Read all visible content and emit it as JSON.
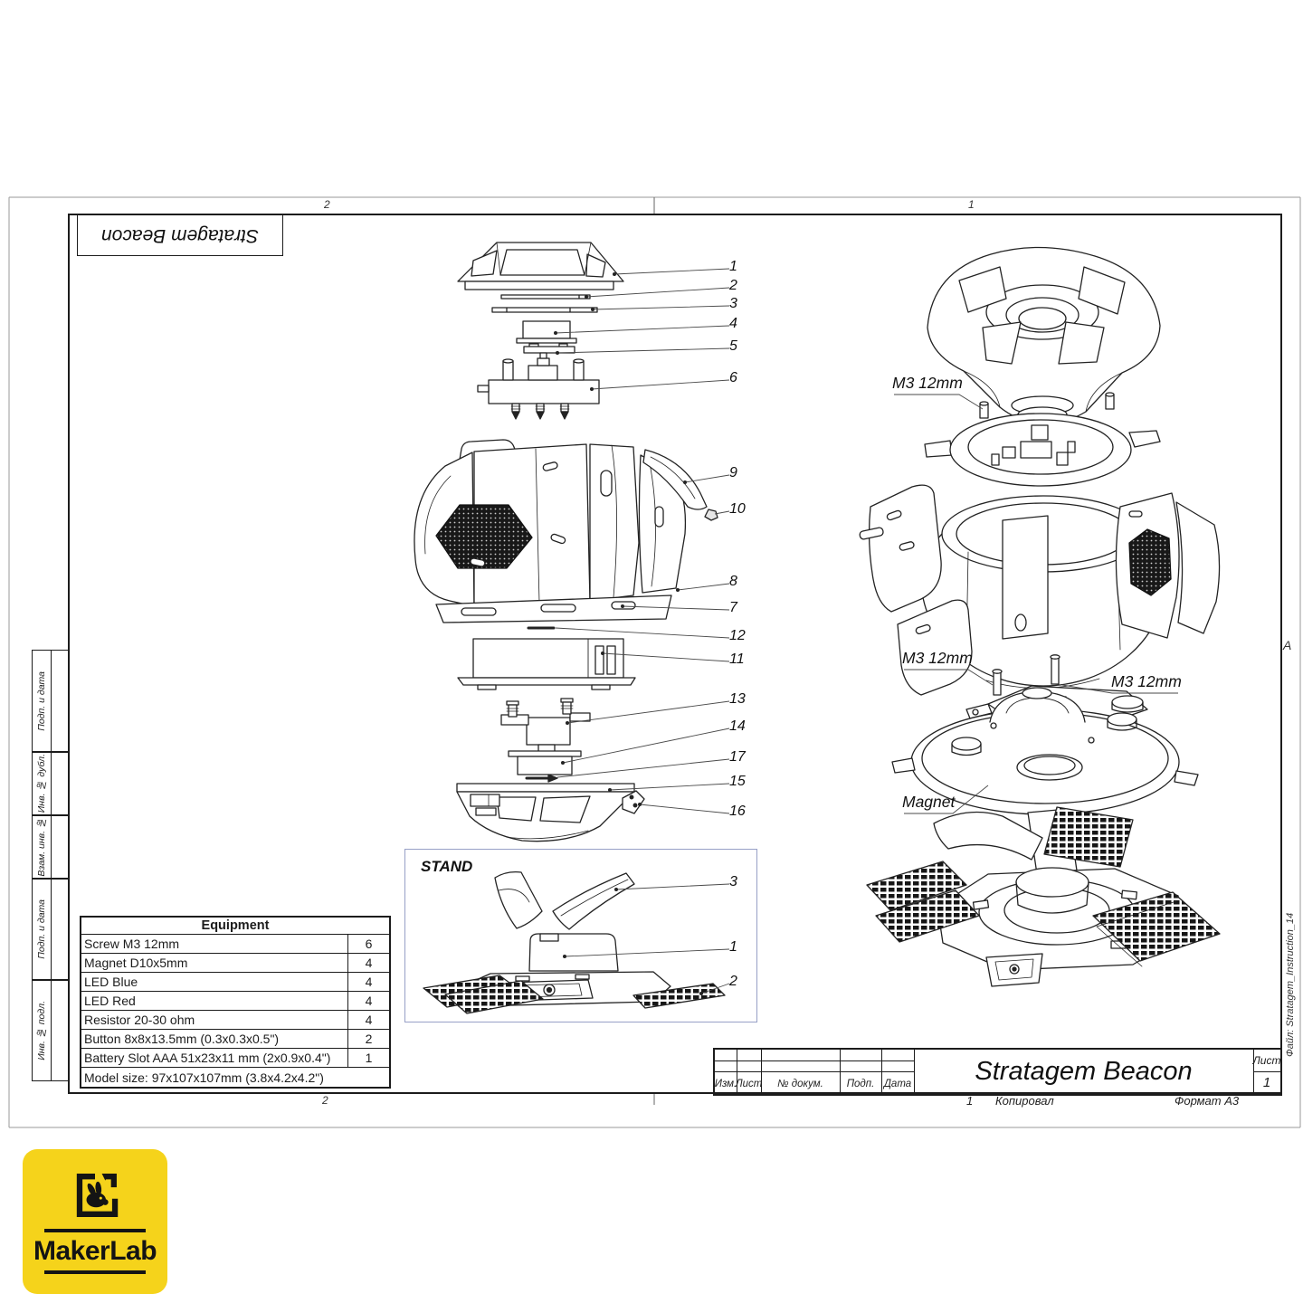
{
  "frame": {
    "zone_top_left": "2",
    "zone_top_right": "1",
    "zone_bottom_left": "2",
    "zone_right_letter": "A",
    "left_stamp_labels": [
      "Подп. и дата",
      "Инв. № дубл.",
      "Взам. инв. №",
      "Подп. и дата",
      "Инв. № подл."
    ]
  },
  "top_stamp": {
    "title": "Stratagem Beacon"
  },
  "equipment_table": {
    "header": "Equipment",
    "rows": [
      {
        "name": "Screw M3 12mm",
        "qty": "6"
      },
      {
        "name": "Magnet D10x5mm",
        "qty": "4"
      },
      {
        "name": "LED Blue",
        "qty": "4"
      },
      {
        "name": "LED Red",
        "qty": "4"
      },
      {
        "name": "Resistor 20-30 ohm",
        "qty": "4"
      },
      {
        "name": "Button 8x8x13.5mm (0.3x0.3x0.5\")",
        "qty": "2"
      },
      {
        "name": "Battery Slot AAA 51x23x11 mm (2x0.9x0.4\")",
        "qty": "1"
      }
    ],
    "footer": "Model size: 97x107x107mm (3.8x4.2x4.2\")"
  },
  "exploded_view": {
    "callouts": [
      "1",
      "2",
      "3",
      "4",
      "5",
      "6",
      "9",
      "10",
      "8",
      "7",
      "12",
      "11",
      "13",
      "14",
      "17",
      "15",
      "16"
    ]
  },
  "stand_box": {
    "label": "STAND",
    "callouts": [
      "3",
      "1",
      "2"
    ],
    "border_color": "#97a0c6"
  },
  "assembly_labels": {
    "m3_top": "M3 12mm",
    "m3_left": "M3 12mm",
    "m3_right": "M3 12mm",
    "magnet": "Magnet"
  },
  "title_block": {
    "columns": [
      "Изм.",
      "Лист",
      "№ докум.",
      "Подп.",
      "Дата"
    ],
    "title": "Stratagem Beacon",
    "sheet_label": "Лист",
    "sheet_value": "1",
    "footer_zone": "1",
    "footer_copied": "Копировал",
    "footer_format": "Формат А3",
    "file_label": "Файл: Stratagem_Instruction_14"
  },
  "logo": {
    "text": "MakerLab",
    "bg": "#F5D31B"
  }
}
